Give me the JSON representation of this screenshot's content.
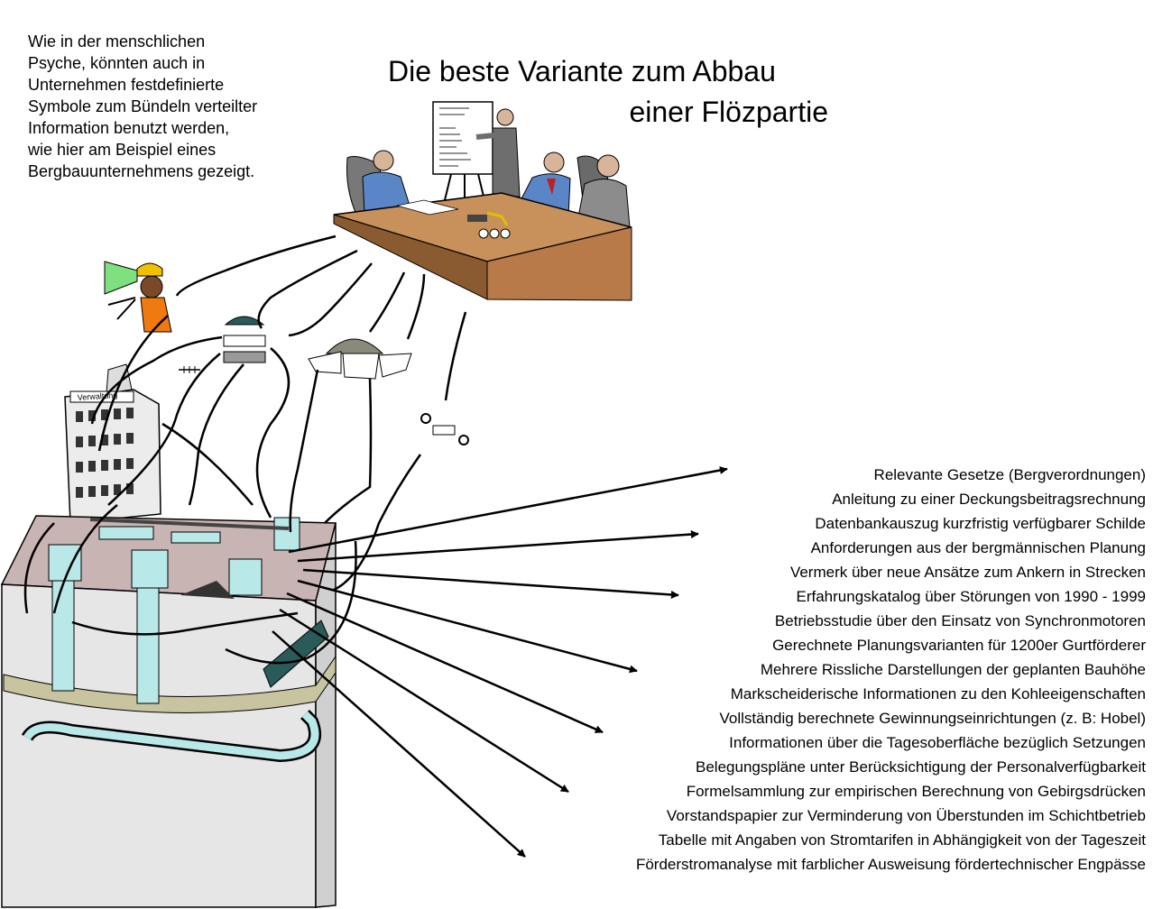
{
  "intro": [
    "Wie in der menschlichen",
    "Psyche, könnten auch in",
    "Unternehmen festdefinierte",
    "Symbole zum Bündeln verteilter",
    "Information benutzt werden,",
    "wie hier am Beispiel eines",
    "Bergbauunternehmens gezeigt."
  ],
  "title": {
    "line1": "Die beste Variante zum Abbau",
    "line2": "einer Flözpartie"
  },
  "building_sign": "Verwaltung",
  "items": [
    "Relevante Gesetze (Bergverordnungen)",
    "Anleitung zu einer Deckungsbeitragsrechnung",
    "Datenbankauszug kurzfristig verfügbarer Schilde",
    "Anforderungen aus der bergmännischen Planung",
    "Vermerk über neue Ansätze zum Ankern in Strecken",
    "Erfahrungskatalog über Störungen  von 1990 - 1999",
    "Betriebsstudie über den Einsatz von Synchronmotoren",
    "Gerechnete Planungsvarianten für 1200er Gurtförderer",
    "Mehrere Rissliche Darstellungen der geplanten Bauhöhe",
    "Markscheiderische Informationen zu den Kohleeigenschaften",
    "Vollständig berechnete Gewinnungseinrichtungen (z. B: Hobel)",
    "Informationen über die Tagesoberfläche bezüglich Setzungen",
    "Belegungspläne unter Berücksichtigung der Personalverfügbarkeit",
    "Formelsammlung zur empirischen Berechnung von Gebirgsdrücken",
    "Vorstandspapier zur Verminderung von Überstunden im Schichtbetrieb",
    "Tabelle mit Angaben von Stromtarifen in Abhängigkeit von der Tageszeit",
    "Förderstromanalyse mit farblicher Ausweisung fördertechnischer Engpässe"
  ],
  "colors": {
    "table_top": "#c8905a",
    "suit_blue": "#5a86c8",
    "helmet": "#f0c000",
    "lamp_beam": "#7ee07e",
    "overall": "#f07a10",
    "ground_top": "#c9b4b4",
    "block_side": "#e6e6e6",
    "machines": "#b8e8e8",
    "seam": "#c8c4a0"
  }
}
